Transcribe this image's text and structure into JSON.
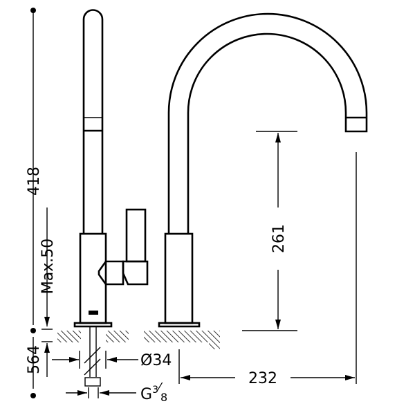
{
  "drawing": {
    "dimensions": {
      "total_height": "418",
      "max_counter_thickness": "Max.50",
      "hose_length": "564",
      "hole_diameter": "Ø34",
      "connection_thread": "G",
      "connection_thread_sup": "3",
      "connection_thread_sub": "8",
      "spout_height": "261",
      "spout_reach": "232"
    },
    "colors": {
      "line": "#000000",
      "background": "#ffffff"
    }
  }
}
